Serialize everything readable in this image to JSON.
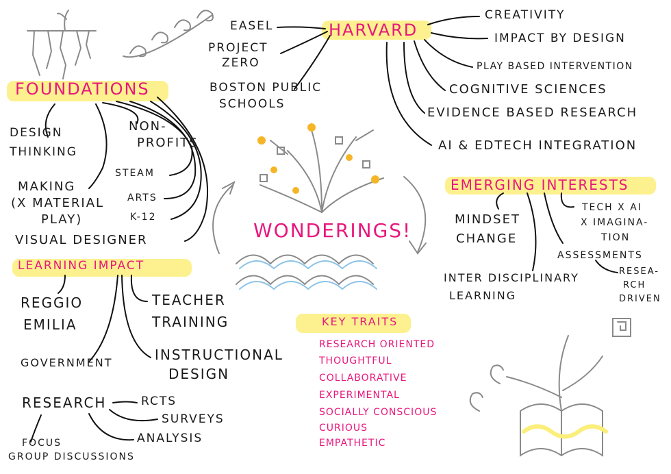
{
  "colors": {
    "ink": "#1a1a1a",
    "accent": "#e8177d",
    "highlight": "#fbee7a",
    "gray": "#8a8a8a",
    "blue": "#8cc3e8",
    "orange": "#f5b527"
  },
  "center": {
    "title": "WONDERINGS!"
  },
  "harvard": {
    "title": "HARVARD",
    "left": [
      "EASEL",
      "PROJECT",
      "ZERO",
      "BOSTON PUBLIC",
      "SCHOOLS"
    ],
    "right": [
      "CREATIVITY",
      "IMPACT BY DESIGN",
      "PLAY BASED INTERVENTION",
      "COGNITIVE SCIENCES",
      "EVIDENCE BASED RESEARCH",
      "AI & EDTECH INTEGRATION"
    ]
  },
  "foundations": {
    "title": "FOUNDATIONS",
    "items": [
      "DESIGN",
      "THINKING",
      "NON-",
      "PROFITS",
      "STEAM",
      "ARTS",
      "K-12",
      "MAKING",
      "(x MATERIAL",
      "PLAY)",
      "VISUAL DESIGNER"
    ]
  },
  "learning_impact": {
    "title": "LEARNING IMPACT",
    "items": [
      "REGGIO",
      "EMILIA",
      "TEACHER",
      "TRAINING",
      "GOVERNMENT",
      "INSTRUCTIONAL",
      "DESIGN"
    ]
  },
  "research": {
    "title": "RESEARCH",
    "items": [
      "RCTs",
      "SURVEYS",
      "ANALYSIS",
      "FOCUS",
      "GROUP DISCUSSIONS"
    ]
  },
  "emerging": {
    "title": "EMERGING INTERESTS",
    "items": [
      "MINDSET",
      "CHANGE",
      "TECH x AI",
      "x IMAGINA-",
      "TION",
      "ASSESSMENTS",
      "RESEA-",
      "RCH",
      "DRIVEN",
      "INTER DISCIPLINARY",
      "LEARNING"
    ]
  },
  "key_traits": {
    "title": "KEY TRAITS",
    "items": [
      "RESEARCH ORIENTED",
      "THOUGHTFUL",
      "COLLABORATIVE",
      "EXPERIMENTAL",
      "SOCIALLY CONSCIOUS",
      "CURIOUS",
      "EMPATHETIC"
    ]
  }
}
